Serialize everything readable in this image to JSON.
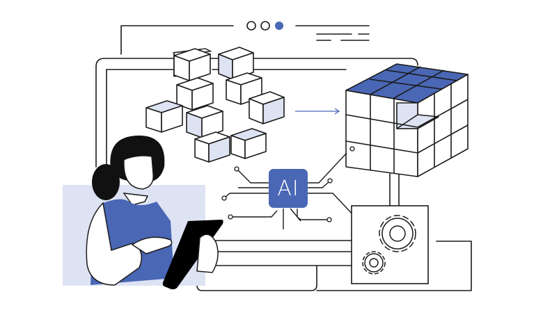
{
  "illustration": {
    "description": "AI data processing illustration: woman using tablet, scattered cubes being assembled into a cube via AI chip",
    "ai_chip": {
      "label": "AI"
    },
    "window_dots": {
      "count": 3,
      "active_index": 2
    }
  },
  "colors": {
    "accent": "#4a67b5",
    "light_accent": "#dde3f3",
    "stroke": "#1a1a1a",
    "background": "#ffffff"
  }
}
